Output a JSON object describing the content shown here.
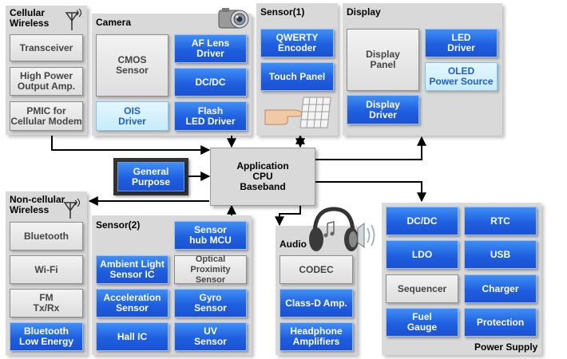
{
  "cellular": {
    "title": "Cellular\nWireless",
    "boxes": [
      "Transceiver",
      "High Power\nOutput Amp.",
      "PMIC for\nCellular Modem"
    ]
  },
  "camera": {
    "title": "Camera",
    "boxes": [
      "CMOS\nSensor",
      "AF Lens\nDriver",
      "DC/DC",
      "OIS\nDriver",
      "Flash\nLED Driver"
    ]
  },
  "sensor1": {
    "title": "Sensor(1)",
    "boxes": [
      "QWERTY\nEncoder",
      "Touch Panel"
    ]
  },
  "display": {
    "title": "Display",
    "boxes": [
      "Display\nPanel",
      "LED\nDriver",
      "OLED\nPower Source",
      "Display\nDriver"
    ]
  },
  "cpu": {
    "label": "Application\nCPU\nBaseband"
  },
  "general": {
    "label": "General\nPurpose"
  },
  "noncellular": {
    "title": "Non-cellular\nWireless",
    "boxes": [
      "Bluetooth",
      "Wi-Fi",
      "FM\nTx/Rx",
      "Bluetooth\nLow Energy"
    ]
  },
  "sensor2": {
    "title": "Sensor(2)",
    "boxes": [
      "Sensor\nhub MCU",
      "Ambient Light\nSensor IC",
      "Optical Proximity\nSensor",
      "Acceleration\nSensor",
      "Gyro\nSensor",
      "Hall IC",
      "UV\nSensor"
    ]
  },
  "audio": {
    "title": "Audio",
    "boxes": [
      "CODEC",
      "Class-D Amp.",
      "Headphone\nAmplifiers"
    ]
  },
  "power": {
    "title": "Power Supply",
    "boxes": [
      "DC/DC",
      "RTC",
      "LDO",
      "USB",
      "Sequencer",
      "Charger",
      "Fuel\nGauge",
      "Protection"
    ]
  },
  "colors": {
    "blue": "#1f5fe0",
    "gray_panel": "#d9d9d9",
    "light_blue": "#c8ecfb"
  }
}
